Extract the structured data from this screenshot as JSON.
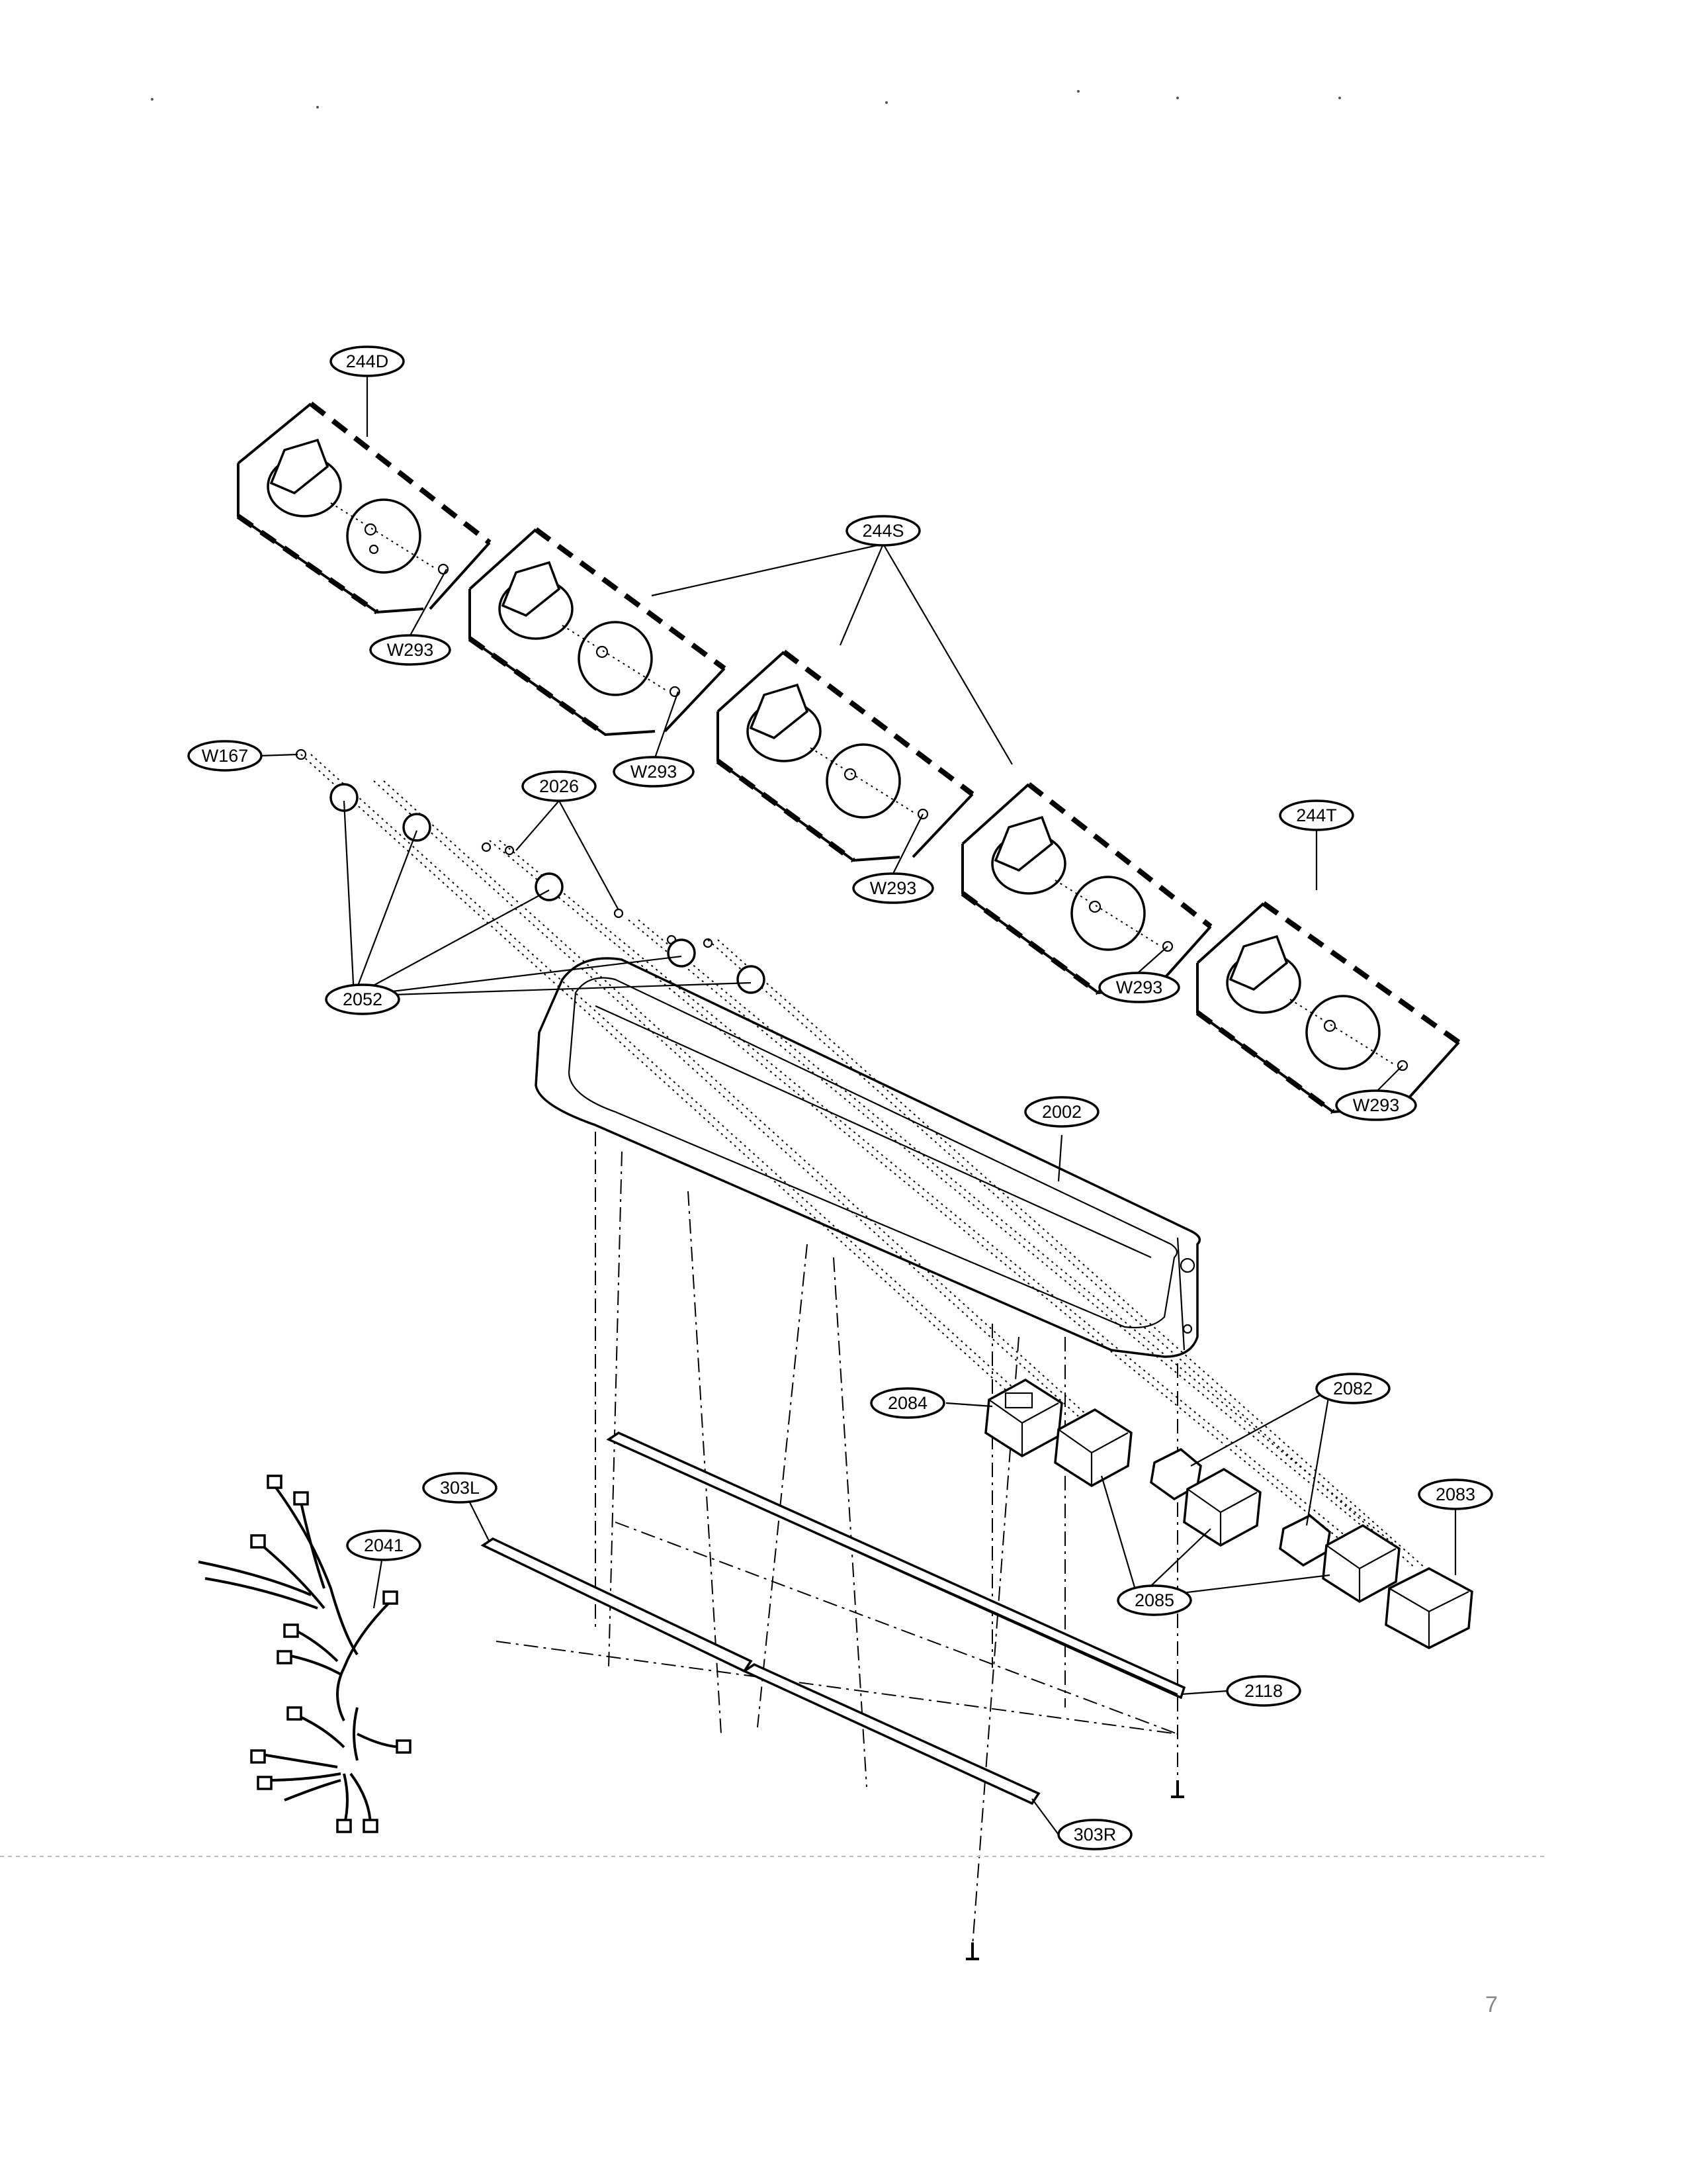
{
  "callouts": {
    "c244D": "244D",
    "c244S": "244S",
    "c244T": "244T",
    "cW293_1": "W293",
    "cW293_2": "W293",
    "cW293_3": "W293",
    "cW293_4": "W293",
    "cW293_5": "W293",
    "cW167": "W167",
    "c2026": "2026",
    "c2052": "2052",
    "c2002": "2002",
    "c2084": "2084",
    "c2082": "2082",
    "c2083": "2083",
    "c2085": "2085",
    "c2118": "2118",
    "c303L": "303L",
    "c303R": "303R",
    "c2041": "2041"
  },
  "stray_mark": "7"
}
